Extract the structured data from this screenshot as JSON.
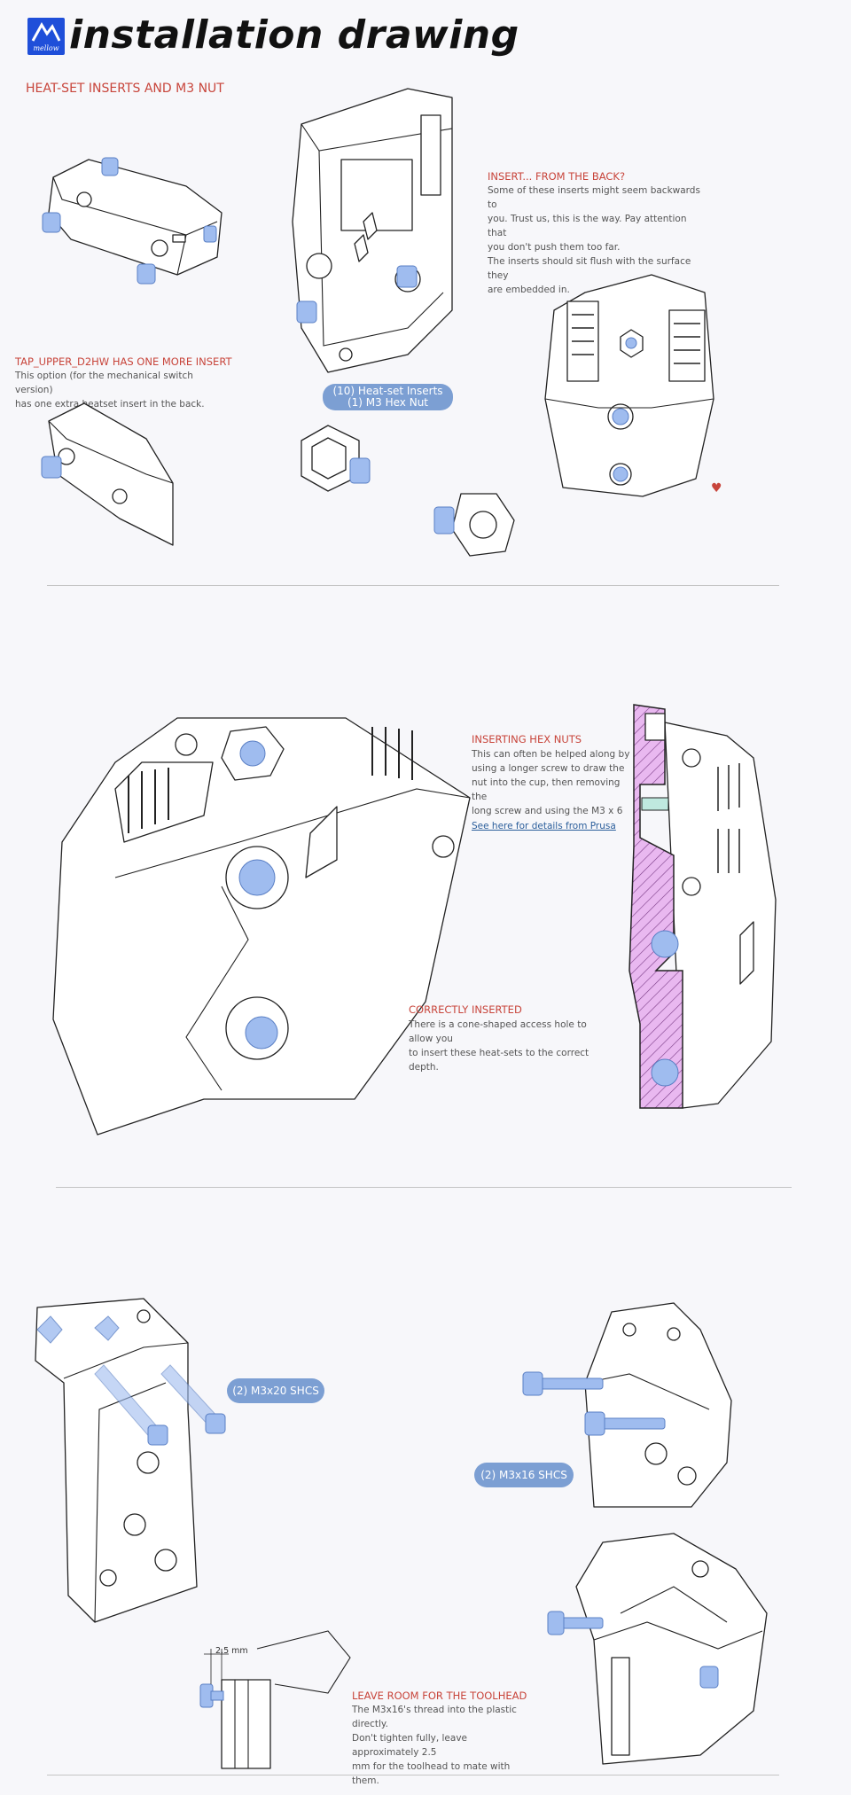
{
  "header": {
    "logo_text": "mellow",
    "title": "installation drawing"
  },
  "section1": {
    "heading": "HEAT-SET INSERTS AND M3 NUT",
    "insert_back": {
      "heading": "INSERT... FROM THE BACK?",
      "lines": [
        "Some of these inserts might seem backwards to",
        "you. Trust us, this is the way. Pay attention that",
        "you don't push them too far.",
        "The inserts should sit flush with the surface they",
        "are embedded in."
      ]
    },
    "tap_upper": {
      "heading": "TAP_UPPER_D2HW HAS ONE MORE INSERT",
      "lines": [
        "This option (for the mechanical switch version)",
        "has one extra heatset insert in the back."
      ]
    },
    "parts_pill": {
      "line1": "(10) Heat-set Inserts",
      "line2": "(1) M3 Hex Nut"
    }
  },
  "section2": {
    "hex_nuts": {
      "heading": "INSERTING HEX NUTS",
      "lines": [
        "This can often be helped along by",
        "using a longer screw to draw the",
        "nut into the cup, then removing the",
        "long screw and using the M3 x 6"
      ],
      "link": "See here for details from Prusa"
    },
    "correct": {
      "heading": "CORRECTLY INSERTED",
      "lines": [
        "There is a cone-shaped access hole to allow you",
        "to insert these heat-sets to the correct depth."
      ]
    }
  },
  "section3": {
    "pill_m3x20": "(2) M3x20 SHCS",
    "pill_m3x16": "(2) M3x16 SHCS",
    "dimension_label": "2.5 mm",
    "leave_room": {
      "heading": "LEAVE ROOM FOR THE TOOLHEAD",
      "lines": [
        "The M3x16's thread into the plastic directly.",
        "Don't tighten fully, leave approximately 2.5",
        "mm for the toolhead to mate with them."
      ]
    }
  },
  "colors": {
    "accent_red": "#c8453b",
    "insert_blue": "#9fbcef",
    "pill_blue": "#7c9fd3",
    "logo_blue": "#1f4fd9",
    "section_pink": "#e9b8f0"
  }
}
